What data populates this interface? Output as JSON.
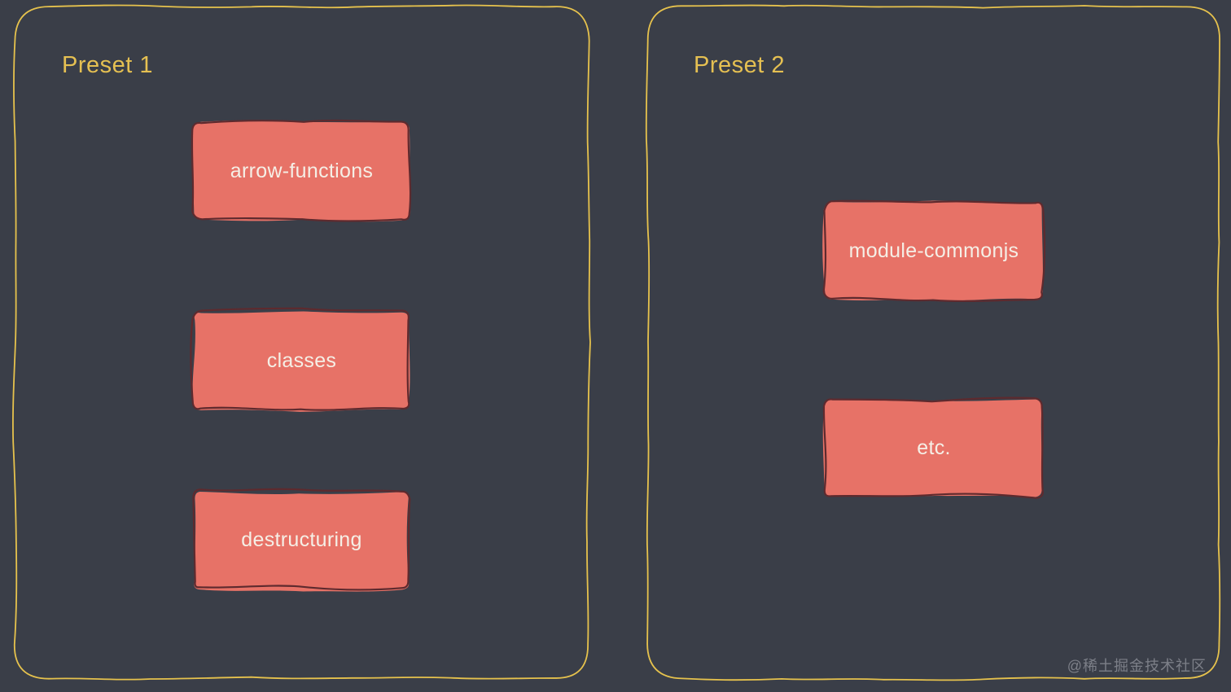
{
  "colors": {
    "background": "#3a3e48",
    "panel_border": "#e6c24d",
    "panel_title": "#e5c052",
    "node_fill": "#e77267",
    "node_outline": "#5e2a2e",
    "node_text": "#f5efe6",
    "watermark": "#84878f"
  },
  "panels": [
    {
      "title": "Preset 1",
      "nodes": [
        {
          "label": "arrow-functions"
        },
        {
          "label": "classes"
        },
        {
          "label": "destructuring"
        }
      ]
    },
    {
      "title": "Preset 2",
      "nodes": [
        {
          "label": "module-commonjs"
        },
        {
          "label": "etc."
        }
      ]
    }
  ],
  "watermark": "@稀土掘金技术社区"
}
